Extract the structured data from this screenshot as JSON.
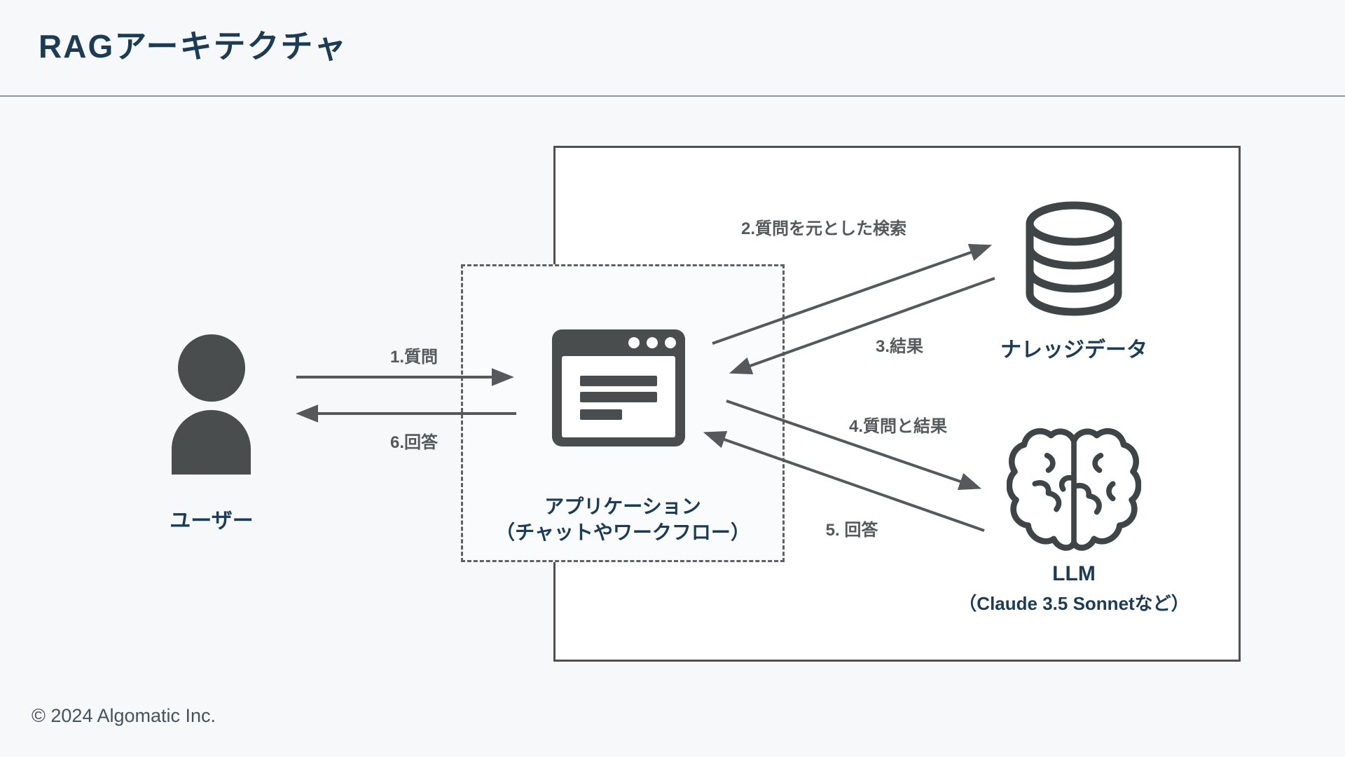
{
  "page": {
    "title": "RAGアーキテクチャ",
    "footer": "© 2024 Algomatic Inc."
  },
  "nodes": {
    "user": {
      "label": "ユーザー",
      "icon": "user-icon"
    },
    "application": {
      "label_line1": "アプリケーション",
      "label_line2": "（チャットやワークフロー）",
      "icon": "browser-window-icon"
    },
    "knowledge": {
      "label": "ナレッジデータ",
      "icon": "database-icon"
    },
    "llm": {
      "label_line1": "LLM",
      "label_line2": "（Claude 3.5 Sonnetなど）",
      "icon": "brain-icon"
    }
  },
  "arrows": [
    {
      "id": 1,
      "label": "1.質問",
      "from": "user",
      "to": "application"
    },
    {
      "id": 2,
      "label": "2.質問を元とした検索",
      "from": "application",
      "to": "knowledge"
    },
    {
      "id": 3,
      "label": "3.結果",
      "from": "knowledge",
      "to": "application"
    },
    {
      "id": 4,
      "label": "4.質問と結果",
      "from": "application",
      "to": "llm"
    },
    {
      "id": 5,
      "label": "5. 回答",
      "from": "llm",
      "to": "application"
    },
    {
      "id": 6,
      "label": "6.回答",
      "from": "application",
      "to": "user"
    }
  ],
  "colors": {
    "background": "#f6f8fa",
    "heading_text": "#1c3c55",
    "arrow_gray": "#55595b",
    "icon_dark": "#4a4d4e",
    "box_border": "#4d5153",
    "box_fill": "#ffffff"
  }
}
